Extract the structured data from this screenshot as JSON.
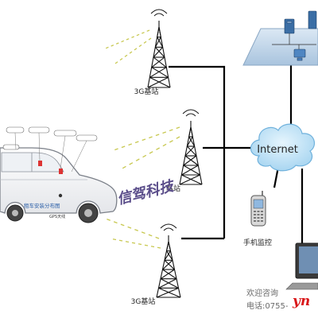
{
  "diagram": {
    "towers": {
      "top": {
        "label": "3G基站"
      },
      "middle": {
        "label": "基站"
      },
      "bottom": {
        "label": "3G基站"
      }
    },
    "internet": {
      "label": "Internet"
    },
    "phone": {
      "label": "手机监控"
    },
    "car": {
      "callouts": [
        "",
        "",
        "",
        "",
        ""
      ],
      "caption": "租车安装分布图",
      "small_labels": [
        "",
        "",
        "GPS天线"
      ]
    },
    "watermark": "信驾科技",
    "contact": {
      "line1": "欢迎咨询",
      "line2": "电话:0755-"
    },
    "site_mark": "yn"
  },
  "colors": {
    "line": "#000000",
    "signal": "#c8c850",
    "cloud": "#bfe2f6",
    "platform": "#b9d0e6",
    "watermark": "#5a4d8a",
    "site_mark": "#d9181a"
  }
}
